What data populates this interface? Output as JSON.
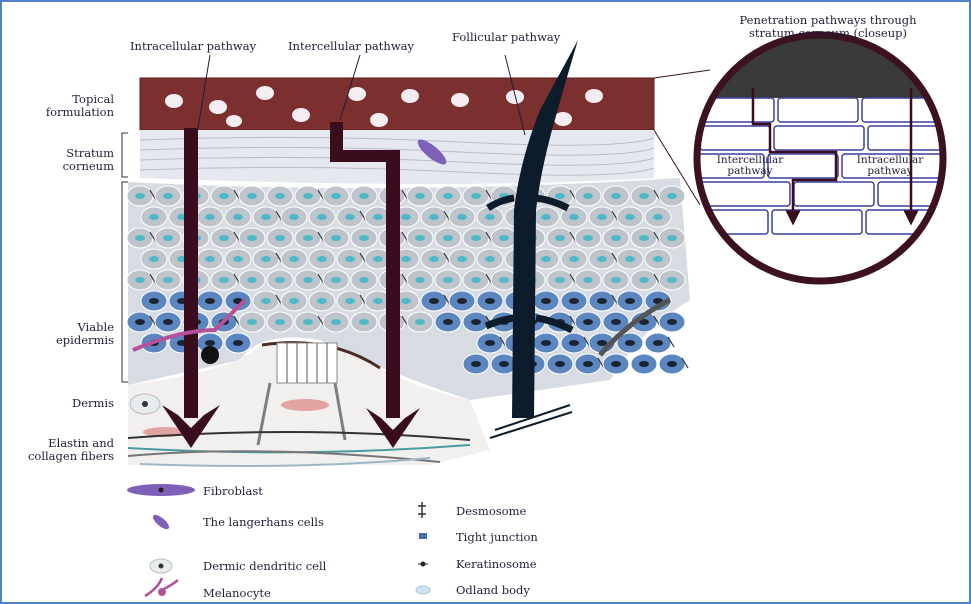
{
  "diagram": {
    "pathway_labels": {
      "intracellular": "Intracellular pathway",
      "intercellular": "Intercellular pathway",
      "follicular": "Follicular pathway"
    },
    "closeup": {
      "title_line1": "Penetration pathways through",
      "title_line2": "stratum corneum (closeup)",
      "intercellular_line1": "Intercellular",
      "intercellular_line2": "pathway",
      "intracellular_line1": "Intracellular",
      "intracellular_line2": "pathway"
    },
    "layer_labels": {
      "topical_1": "Topical",
      "topical_2": "formulation",
      "stratum_1": "Stratum",
      "stratum_2": "corneum",
      "viable_1": "Viable",
      "viable_2": "epidermis",
      "dermis": "Dermis",
      "elastin_1": "Elastin and",
      "elastin_2": "collagen fibers"
    },
    "legend": [
      {
        "label": "Fibroblast",
        "icon": "fibroblast-icon"
      },
      {
        "label": "The langerhans cells",
        "icon": "langerhans-cell-icon"
      },
      {
        "label": "Dermic dendritic cell",
        "icon": "dendritic-cell-icon"
      },
      {
        "label": "Melanocyte",
        "icon": "melanocyte-icon"
      },
      {
        "label": "Desmosome",
        "icon": "desmosome-icon"
      },
      {
        "label": "Tight junction",
        "icon": "tight-junction-icon"
      },
      {
        "label": "Keratinosome",
        "icon": "keratinosome-icon"
      },
      {
        "label": "Odland body",
        "icon": "odland-body-icon"
      }
    ],
    "colors": {
      "formulation": "#7b2f2f",
      "pathway_arrow": "#3a0d1e",
      "follicle": "#0d1c2a",
      "stratum": "#e6e8f0",
      "cell_gray": "#bfc3ca",
      "cell_blue": "#5b86c0",
      "nucleus_cyan": "#4fb9c8",
      "closeup_ring": "#3c1220",
      "closeup_lines": "#3b3fa0",
      "frame": "#4f81c7"
    }
  }
}
